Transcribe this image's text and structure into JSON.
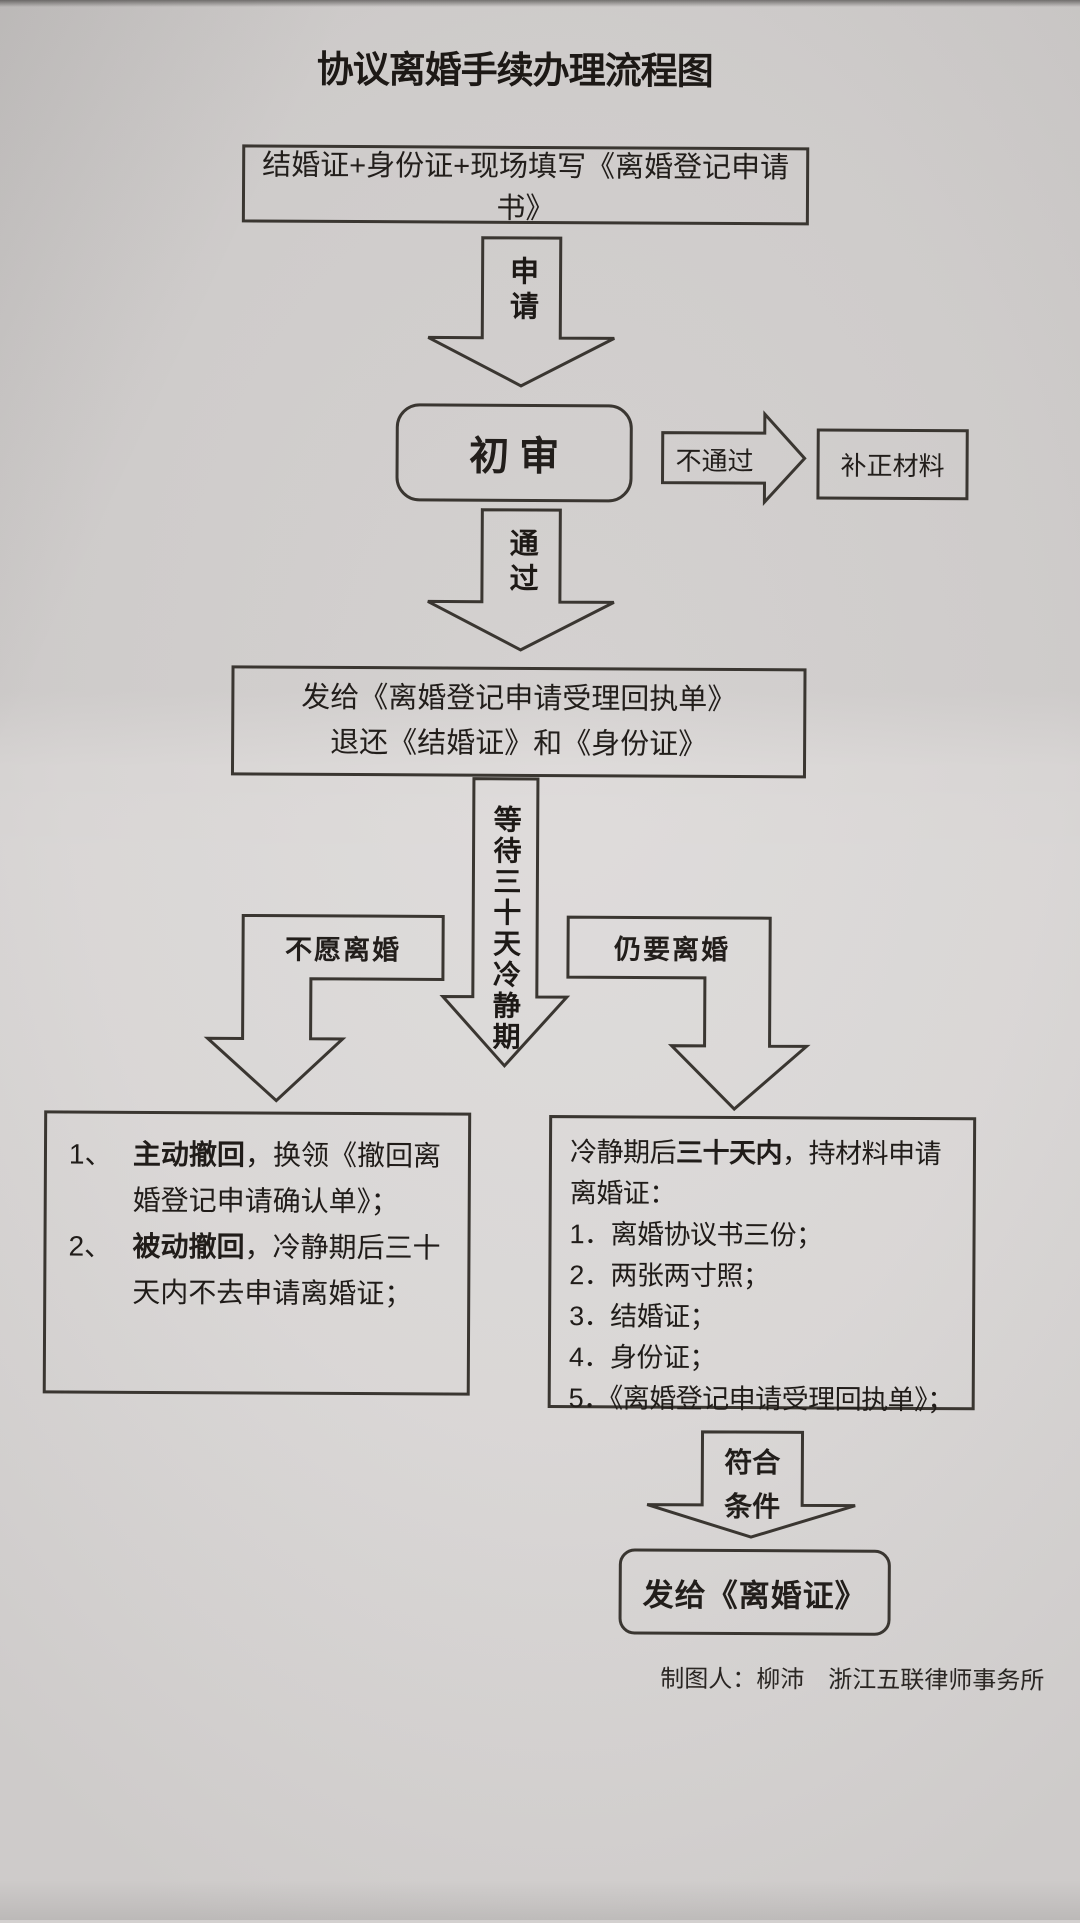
{
  "title": "协议离婚手续办理流程图",
  "flow": {
    "start_box": "结婚证+身份证+现场填写《离婚登记申请书》",
    "apply_arrow_label": "申请",
    "review_box": "初审",
    "fail_arrow_label": "不通过",
    "fix_box": "补正材料",
    "pass_arrow_label": "通过",
    "receipt_box_line1": "发给《离婚登记申请受理回执单》",
    "receipt_box_line2": "退还《结婚证》和《身份证》",
    "wait_arrow_label": "等待三十天冷静期",
    "left_branch_label": "不愿离婚",
    "right_branch_label": "仍要离婚",
    "withdraw_box": {
      "item1_num": "1、",
      "item1_bold": "主动撤回",
      "item1_rest": "，换领《撤回离婚登记申请确认单》；",
      "item2_num": "2、",
      "item2_bold": "被动撤回",
      "item2_rest": "，冷静期后三十天内不去申请离婚证；"
    },
    "proceed_box": {
      "intro_pre": "冷静期后",
      "intro_bold": "三十天内",
      "intro_post": "，持材料申请离婚证：",
      "items": [
        "1．离婚协议书三份；",
        "2．两张两寸照；",
        "3．结婚证；",
        "4．身份证；",
        "5．《离婚登记申请受理回执单》；"
      ]
    },
    "qualify_arrow_label": "符合\n条件",
    "final_box": "发给《离婚证》"
  },
  "footer": {
    "credit": "制图人：柳沛　浙江五联律师事务所"
  },
  "colors": {
    "paper": "#d8d5d4",
    "ink": "#221e1b",
    "line": "#3a3631"
  }
}
